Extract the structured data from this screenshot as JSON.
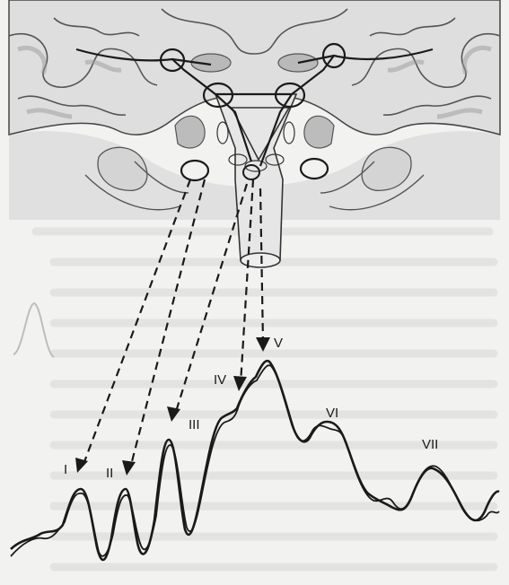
{
  "figure": {
    "peaks": [
      {
        "label": "I"
      },
      {
        "label": "II"
      },
      {
        "label": "III"
      },
      {
        "label": "IV"
      },
      {
        "label": "V"
      },
      {
        "label": "VI"
      },
      {
        "label": "VII"
      }
    ],
    "colors": {
      "background": "#f2f2f0",
      "brain_fill": "#dcdcdc",
      "brain_dark": "#b9b9b9",
      "line": "#1a1a1a",
      "faint_text": "#d6d6d6"
    }
  }
}
